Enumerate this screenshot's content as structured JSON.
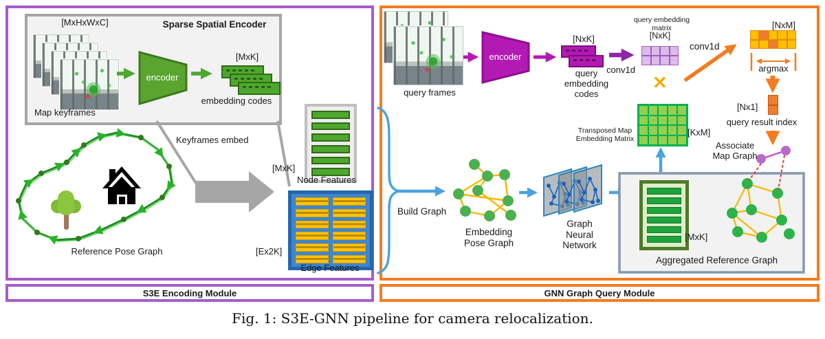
{
  "caption": "Fig. 1: S3E-GNN pipeline for camera relocalization.",
  "modules": {
    "s3e": {
      "label": "S3E Encoding Module"
    },
    "gnn": {
      "label": "GNN Graph Query Module"
    }
  },
  "palette": {
    "purple_module": "#A65CC9",
    "orange_module": "#F47B20",
    "encoder_green": "#59A52F",
    "bar_green": "#4EA72E",
    "encoder_magenta": "#B31AB3",
    "blue_arrow": "#4BA3DC",
    "edge_box_blue": "#2E75B6",
    "bar_yellow": "#FFC000",
    "node_green": "#3CB043",
    "graph_edge_yellow": "#F5B800",
    "matrix_lavender": "#DCBCE8",
    "matrix_light_green": "#92D050",
    "highlight_orange": "#ED7D31",
    "agg_border_slate": "#8497B0",
    "dashed_red": "#E53935",
    "associate_purple": "#BA68C8",
    "gray": "#A6A6A6"
  },
  "sse": {
    "title": "Sparse Spatial Encoder",
    "input_dims": "[MxHxWxC]",
    "frames_label": "Map keyframes",
    "encoder_label": "encoder",
    "codes_dims": "[MxK]",
    "codes_label": "embedding codes"
  },
  "left": {
    "keyframes_embed": "Keyframes embed",
    "pose_graph_label": "Reference Pose Graph",
    "node_dims": "[MxK]",
    "node_label": "Node Features",
    "edge_dims": "[Ex2K]",
    "edge_label": "Edge Features"
  },
  "mid": {
    "build_graph": "Build Graph",
    "epg_label": "Embedding\nPose Graph",
    "gnn_label": "Graph\nNeural\nNetwork"
  },
  "query": {
    "frames_label": "query frames",
    "encoder_label": "encoder",
    "codes_dims": "[NxK]",
    "codes_label": "query\nembedding\ncodes",
    "conv1d_a": "conv1d",
    "matrix_title": "query embedding\nmatrix",
    "matrix_dims": "[NxK]",
    "multiply": "✕",
    "conv1d_b": "conv1d",
    "result_dims": "[NxM]",
    "argmax": "argmax",
    "index_dims": "[Nx1]",
    "index_label": "query result index",
    "associate": "Associate\nMap Graph",
    "transposed": "Transposed Map\nEmbedding Matrix",
    "kxm_dims": "[KxM]"
  },
  "agg": {
    "stack_dims": "[MxK]",
    "label": "Aggregated Reference Graph"
  },
  "grids": {
    "node_bars": {
      "rows": 6,
      "cols": 1
    },
    "edge_bars": {
      "rows": 6,
      "cols": 2
    },
    "agg_bars": {
      "rows": 6,
      "cols": 1
    },
    "query_matrix": {
      "rows": 2,
      "cols": 4
    },
    "nxm_matrix": {
      "rows": 2,
      "cols": 5,
      "highlight": [
        [
          0,
          1
        ],
        [
          1,
          2
        ]
      ]
    },
    "kxm_matrix": {
      "rows": 4,
      "cols": 5
    },
    "nx1_matrix": {
      "rows": 2,
      "cols": 1
    }
  }
}
